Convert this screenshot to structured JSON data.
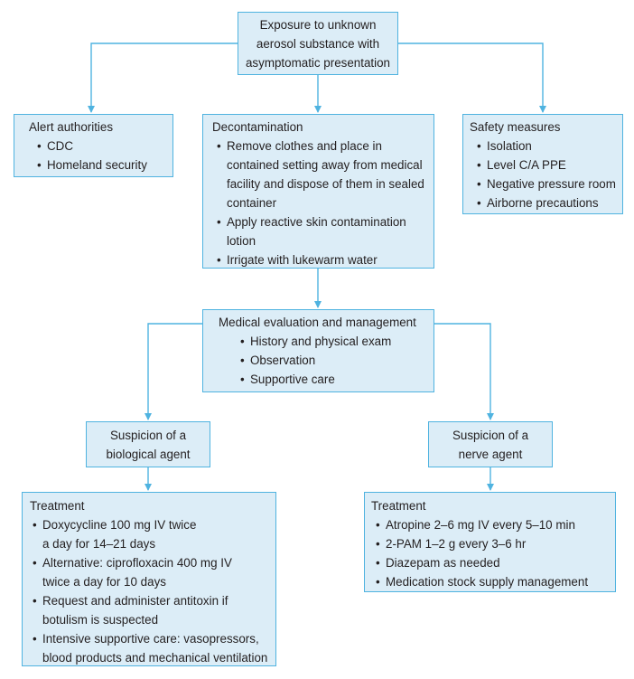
{
  "nodes": {
    "exposure": {
      "lines": [
        "Exposure to unknown",
        "aerosol substance with",
        "asymptomatic presentation"
      ]
    },
    "alert": {
      "title": "Alert authorities",
      "items": [
        "CDC",
        "Homeland security"
      ]
    },
    "decon": {
      "title": "Decontamination",
      "items": [
        [
          "Remove clothes and place in",
          "contained setting away from medical",
          "facility and dispose of them in sealed",
          "container"
        ],
        [
          "Apply reactive skin contamination",
          "lotion"
        ],
        [
          "Irrigate with lukewarm water"
        ]
      ]
    },
    "safety": {
      "title": "Safety measures",
      "items": [
        "Isolation",
        "Level C/A PPE",
        "Negative pressure room",
        "Airborne precautions"
      ]
    },
    "medical": {
      "title": "Medical evaluation and management",
      "items": [
        "History and physical exam",
        "Observation",
        "Supportive care"
      ]
    },
    "bio_suspicion": {
      "lines": [
        "Suspicion of a",
        "biological agent"
      ]
    },
    "nerve_suspicion": {
      "lines": [
        "Suspicion of a",
        "nerve agent"
      ]
    },
    "bio_treatment": {
      "title": "Treatment",
      "items": [
        [
          "Doxycycline 100 mg IV twice",
          "a day for 14–21 days"
        ],
        [
          "Alternative: ciprofloxacin 400 mg IV",
          "twice a day for 10 days"
        ],
        [
          "Request and administer antitoxin if",
          "botulism is suspected"
        ],
        [
          "Intensive supportive care: vasopressors,",
          "blood products and mechanical ventilation"
        ]
      ]
    },
    "nerve_treatment": {
      "title": "Treatment",
      "items": [
        "Atropine 2–6 mg IV every 5–10 min",
        "2-PAM 1–2 g every 3–6 hr",
        "Diazepam as needed",
        "Medication stock supply management"
      ]
    }
  },
  "colors": {
    "box_fill": "#dcedf7",
    "box_border": "#4fb3e0",
    "arrow": "#4fb3e0",
    "text": "#231f20"
  }
}
